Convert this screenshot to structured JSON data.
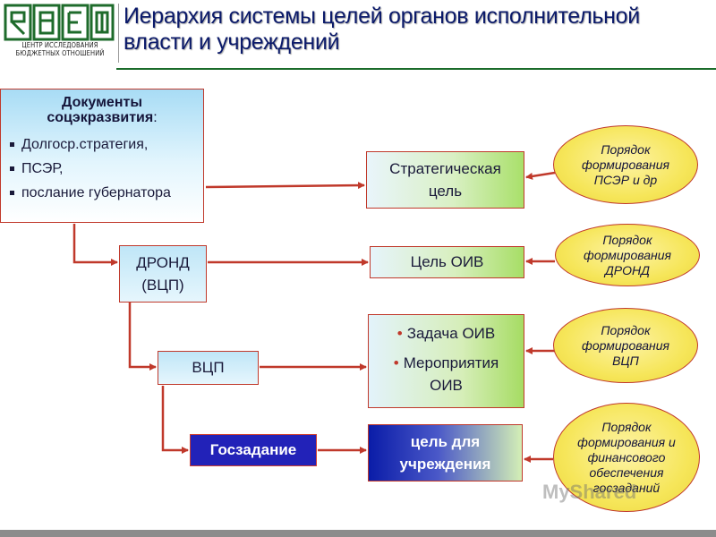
{
  "header": {
    "logo_line1": "ЦЕНТР ИССЛЕДОВАНИЯ",
    "logo_line2": "БЮДЖЕТНЫХ ОТНОШЕНИЙ",
    "title_line1": "Иерархия системы целей органов исполнительной",
    "title_line2": "власти и учреждений"
  },
  "docs": {
    "heading_line1": "Документы",
    "heading_line2": "соцэкразвития",
    "heading_suffix": ":",
    "items": [
      "Долгоср.стратегия,",
      "ПСЭР,",
      "послание губернатора"
    ]
  },
  "left_boxes": {
    "drond_line1": "ДРОНД",
    "drond_line2": "(ВЦП)",
    "vcp": "ВЦП",
    "gos": "Госзадание"
  },
  "center_boxes": {
    "strat_line1": "Стратегическая",
    "strat_line2": "цель",
    "cel_oiv": "Цель ОИВ",
    "zad_line1": "Задача ОИВ",
    "zad_line2": "Мероприятия",
    "zad_line3": "ОИВ",
    "goal_line1": "цель для",
    "goal_line2": "учреждения"
  },
  "ovals": {
    "o1": [
      "Порядок",
      "формирования",
      "ПСЭР и др"
    ],
    "o2": [
      "Порядок",
      "формирования",
      "ДРОНД"
    ],
    "o3": [
      "Порядок",
      "формирования",
      "ВЦП"
    ],
    "o4": [
      "Порядок",
      "формирования и",
      "финансового",
      "обеспечения",
      "госзаданий"
    ]
  },
  "bullet": "•",
  "watermark": "MyShared",
  "colors": {
    "connector": "#c0392b",
    "title": "#0b1a6a",
    "rule": "#1b6b2a",
    "gos_fill": "#2222b8"
  }
}
